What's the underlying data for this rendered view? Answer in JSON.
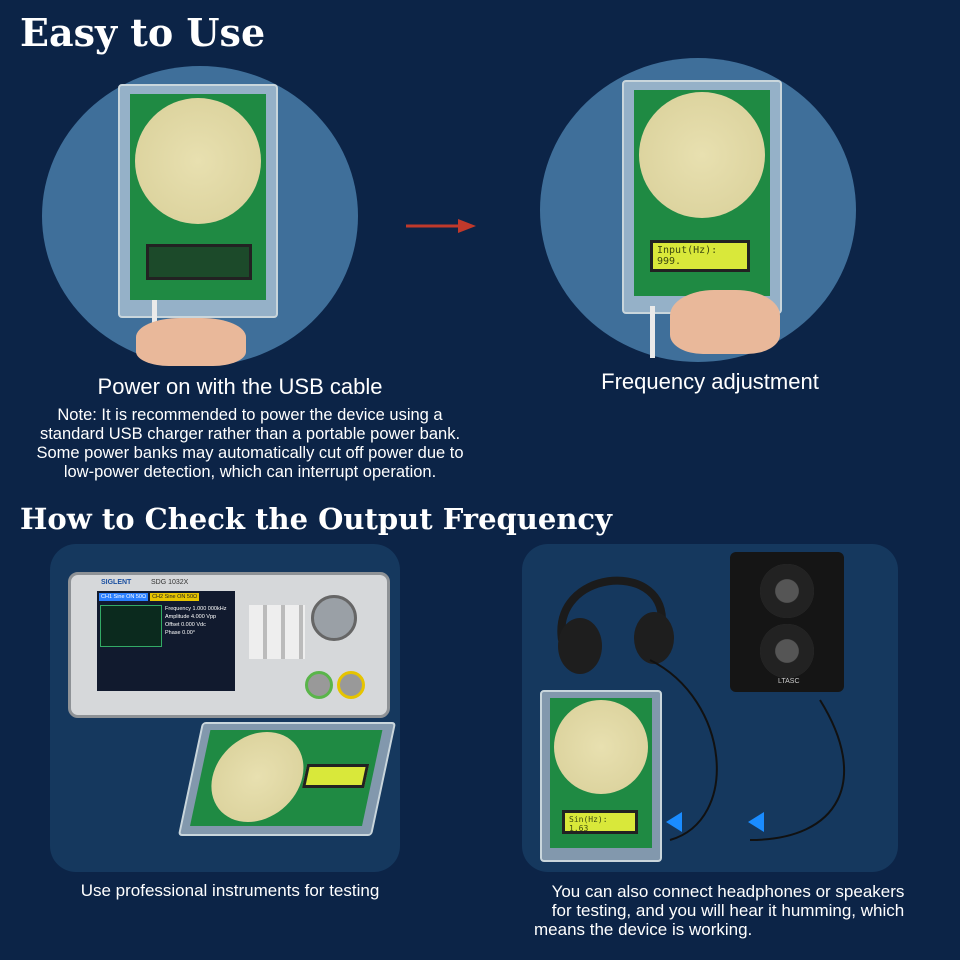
{
  "headings": {
    "easy_to_use": "Easy to Use",
    "check_output": "How to Check the Output Frequency"
  },
  "step1": {
    "caption": "Power on with the USB cable",
    "note_lines": [
      "Note: It is recommended to power the device using a",
      "standard USB charger rather than a portable power bank.",
      "Some power banks may automatically cut off power due to",
      "low-power detection, which can interrupt operation."
    ]
  },
  "step2": {
    "caption": "Frequency adjustment",
    "lcd_line1": "Input(Hz):",
    "lcd_line2": "999."
  },
  "instrument": {
    "brand": "SIGLENT",
    "model": "SDG 1032X",
    "ch1": "CH1 Sine ON 50Ω",
    "ch2": "CH2 Sine ON 50Ω",
    "frequency": "Frequency 1.000 000kHz",
    "amplitude": "Amplitude 4.000 Vpp",
    "offset": "Offset 0.000 Vdc",
    "phase": "Phase 0.00°",
    "caption": "Use professional instruments for testing"
  },
  "speaker_test": {
    "lcd_line1": "Sin(Hz):",
    "lcd_line2": "1.63",
    "speaker_brand": "LTASC",
    "caption_lines": [
      "You can also connect headphones or speakers",
      "for testing, and you will hear it humming, which",
      "means the device is working."
    ]
  },
  "colors": {
    "background": "#0c2447",
    "circle": "#3f6f9a",
    "panel": "#15385e",
    "arrow_red": "#c0392b",
    "arrow_blue": "#1a8cff",
    "lcd_on": "#d9e83a"
  }
}
